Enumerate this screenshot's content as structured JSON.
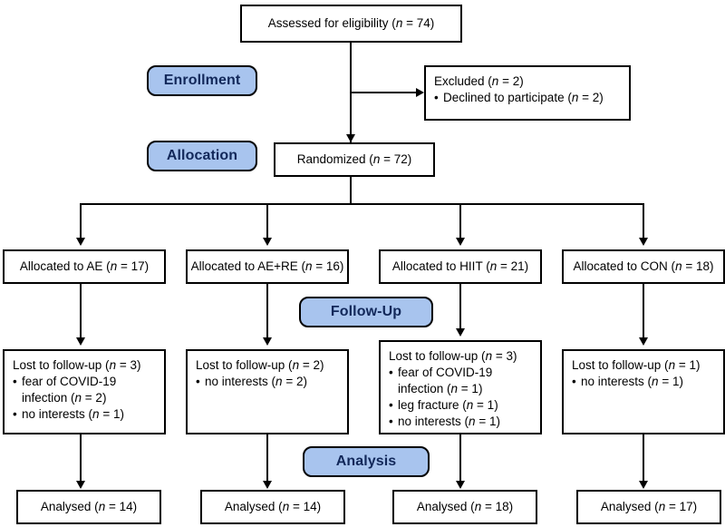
{
  "diagram": {
    "type": "consort-flow-diagram",
    "stages": [
      {
        "id": "enrollment",
        "label": "Enrollment"
      },
      {
        "id": "allocation",
        "label": "Allocation"
      },
      {
        "id": "followup",
        "label": "Follow-Up"
      },
      {
        "id": "analysis",
        "label": "Analysis"
      }
    ],
    "enrollment": {
      "assessed": {
        "text": "Assessed for eligibility (",
        "n_label": "n",
        "n_value": " = 74)"
      },
      "excluded": {
        "title_text": "Excluded (",
        "title_n": "n",
        "title_value": " = 2)",
        "reasons": [
          {
            "text": "Declined to participate (",
            "n": "n",
            "value": " = 2)"
          }
        ]
      },
      "randomized": {
        "text": "Randomized (",
        "n_label": "n",
        "n_value": " = 72)"
      }
    },
    "arms": [
      {
        "id": "ae",
        "allocated": {
          "text": "Allocated to AE (",
          "n_label": "n",
          "n_value": " = 17)"
        },
        "lost": {
          "title_text": "Lost to follow-up (",
          "title_n": "n",
          "title_value": " = 3)",
          "reasons": [
            {
              "lines": [
                "fear of COVID-19",
                "infection ("
              ],
              "n": "n",
              "value": " = 2)"
            },
            {
              "lines": [
                "no interests ("
              ],
              "n": "n",
              "value": " = 1)"
            }
          ]
        },
        "analysed": {
          "text": "Analysed (",
          "n_label": "n",
          "n_value": " = 14)"
        }
      },
      {
        "id": "ae-re",
        "allocated": {
          "text": "Allocated to AE+RE (",
          "n_label": "n",
          "n_value": " = 16)"
        },
        "lost": {
          "title_text": "Lost to follow-up (",
          "title_n": "n",
          "title_value": " = 2)",
          "reasons": [
            {
              "lines": [
                "no interests ("
              ],
              "n": "n",
              "value": " = 2)"
            }
          ]
        },
        "analysed": {
          "text": "Analysed (",
          "n_label": "n",
          "n_value": " = 14)"
        }
      },
      {
        "id": "hiit",
        "allocated": {
          "text": "Allocated to HIIT (",
          "n_label": "n",
          "n_value": " = 21)"
        },
        "lost": {
          "title_text": "Lost to follow-up (",
          "title_n": "n",
          "title_value": " = 3)",
          "reasons": [
            {
              "lines": [
                "fear of COVID-19",
                "infection ("
              ],
              "n": "n",
              "value": " = 1)"
            },
            {
              "lines": [
                "leg fracture ("
              ],
              "n": "n",
              "value": " = 1)"
            },
            {
              "lines": [
                "no interests ("
              ],
              "n": "n",
              "value": " = 1)"
            }
          ]
        },
        "analysed": {
          "text": "Analysed (",
          "n_label": "n",
          "n_value": " = 18)"
        }
      },
      {
        "id": "con",
        "allocated": {
          "text": "Allocated to CON (",
          "n_label": "n",
          "n_value": " = 18)"
        },
        "lost": {
          "title_text": "Lost to follow-up (",
          "title_n": "n",
          "title_value": " = 1)",
          "reasons": [
            {
              "lines": [
                "no interests ("
              ],
              "n": "n",
              "value": " = 1)"
            }
          ]
        },
        "analysed": {
          "text": "Analysed (",
          "n_label": "n",
          "n_value": " = 17)"
        }
      }
    ],
    "colors": {
      "badge_fill": "#a8c4ee",
      "badge_text": "#12285a",
      "border": "#000000",
      "box_fill": "#ffffff"
    }
  }
}
